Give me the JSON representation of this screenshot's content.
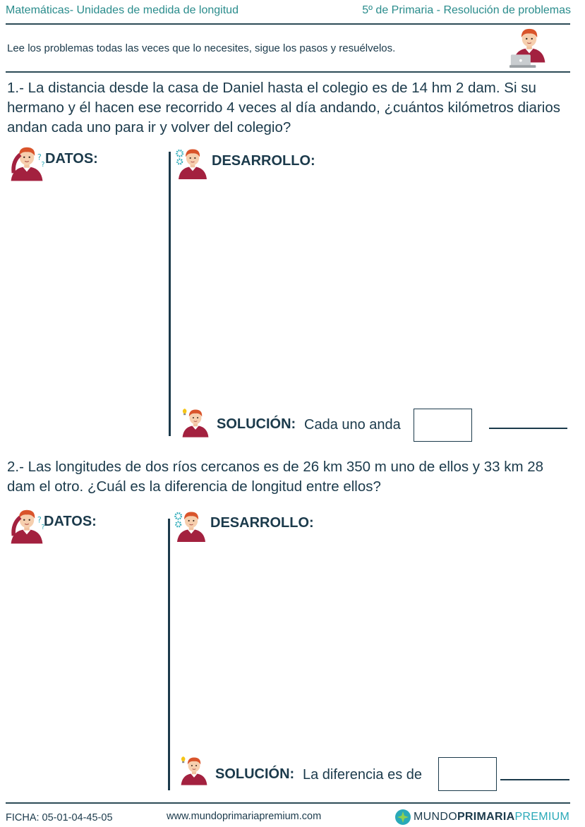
{
  "header": {
    "subject": "Matemáticas- Unidades de medida de longitud",
    "grade": "5º de Primaria - Resolución de problemas"
  },
  "instructions": "Lee los problemas todas las veces que lo necesites, sigue los pasos y resuélvelos.",
  "problems": [
    {
      "text": "1.- La distancia desde la casa de Daniel hasta el colegio es de 14 hm 2 dam. Si su hermano y él hacen ese recorrido 4 veces al día andando, ¿cuántos kilómetros diarios andan cada uno para ir y volver del colegio?",
      "datos_label": "DATOS:",
      "desarrollo_label": "DESARROLLO:",
      "solucion_label": "SOLUCIÓN:",
      "solucion_text": "Cada uno anda"
    },
    {
      "text": "2.- Las longitudes de dos ríos cercanos es de 26 km 350 m uno de ellos y 33 km 28 dam el otro. ¿Cuál es la diferencia de longitud entre ellos?",
      "datos_label": "DATOS:",
      "desarrollo_label": "DESARROLLO:",
      "solucion_label": "SOLUCIÓN:",
      "solucion_text": "La diferencia es de"
    }
  ],
  "footer": {
    "ficha": "FICHA:  05-01-04-45-05",
    "website": "www.mundoprimariapremium.com",
    "brand_mundo": "MUNDO",
    "brand_primaria": "PRIMARIA",
    "brand_premium": "PREMIUM"
  },
  "colors": {
    "header_teal": "#2a8c8c",
    "text_navy": "#1b3a4b",
    "shirt_maroon": "#a3213f",
    "hair_orange": "#d9542b",
    "gear_teal": "#2aa9b8"
  },
  "icons": [
    "boy-laptop-icon",
    "boy-thinking-icon",
    "boy-gears-icon",
    "boy-idea-icon",
    "mundo-primaria-logo-icon"
  ]
}
